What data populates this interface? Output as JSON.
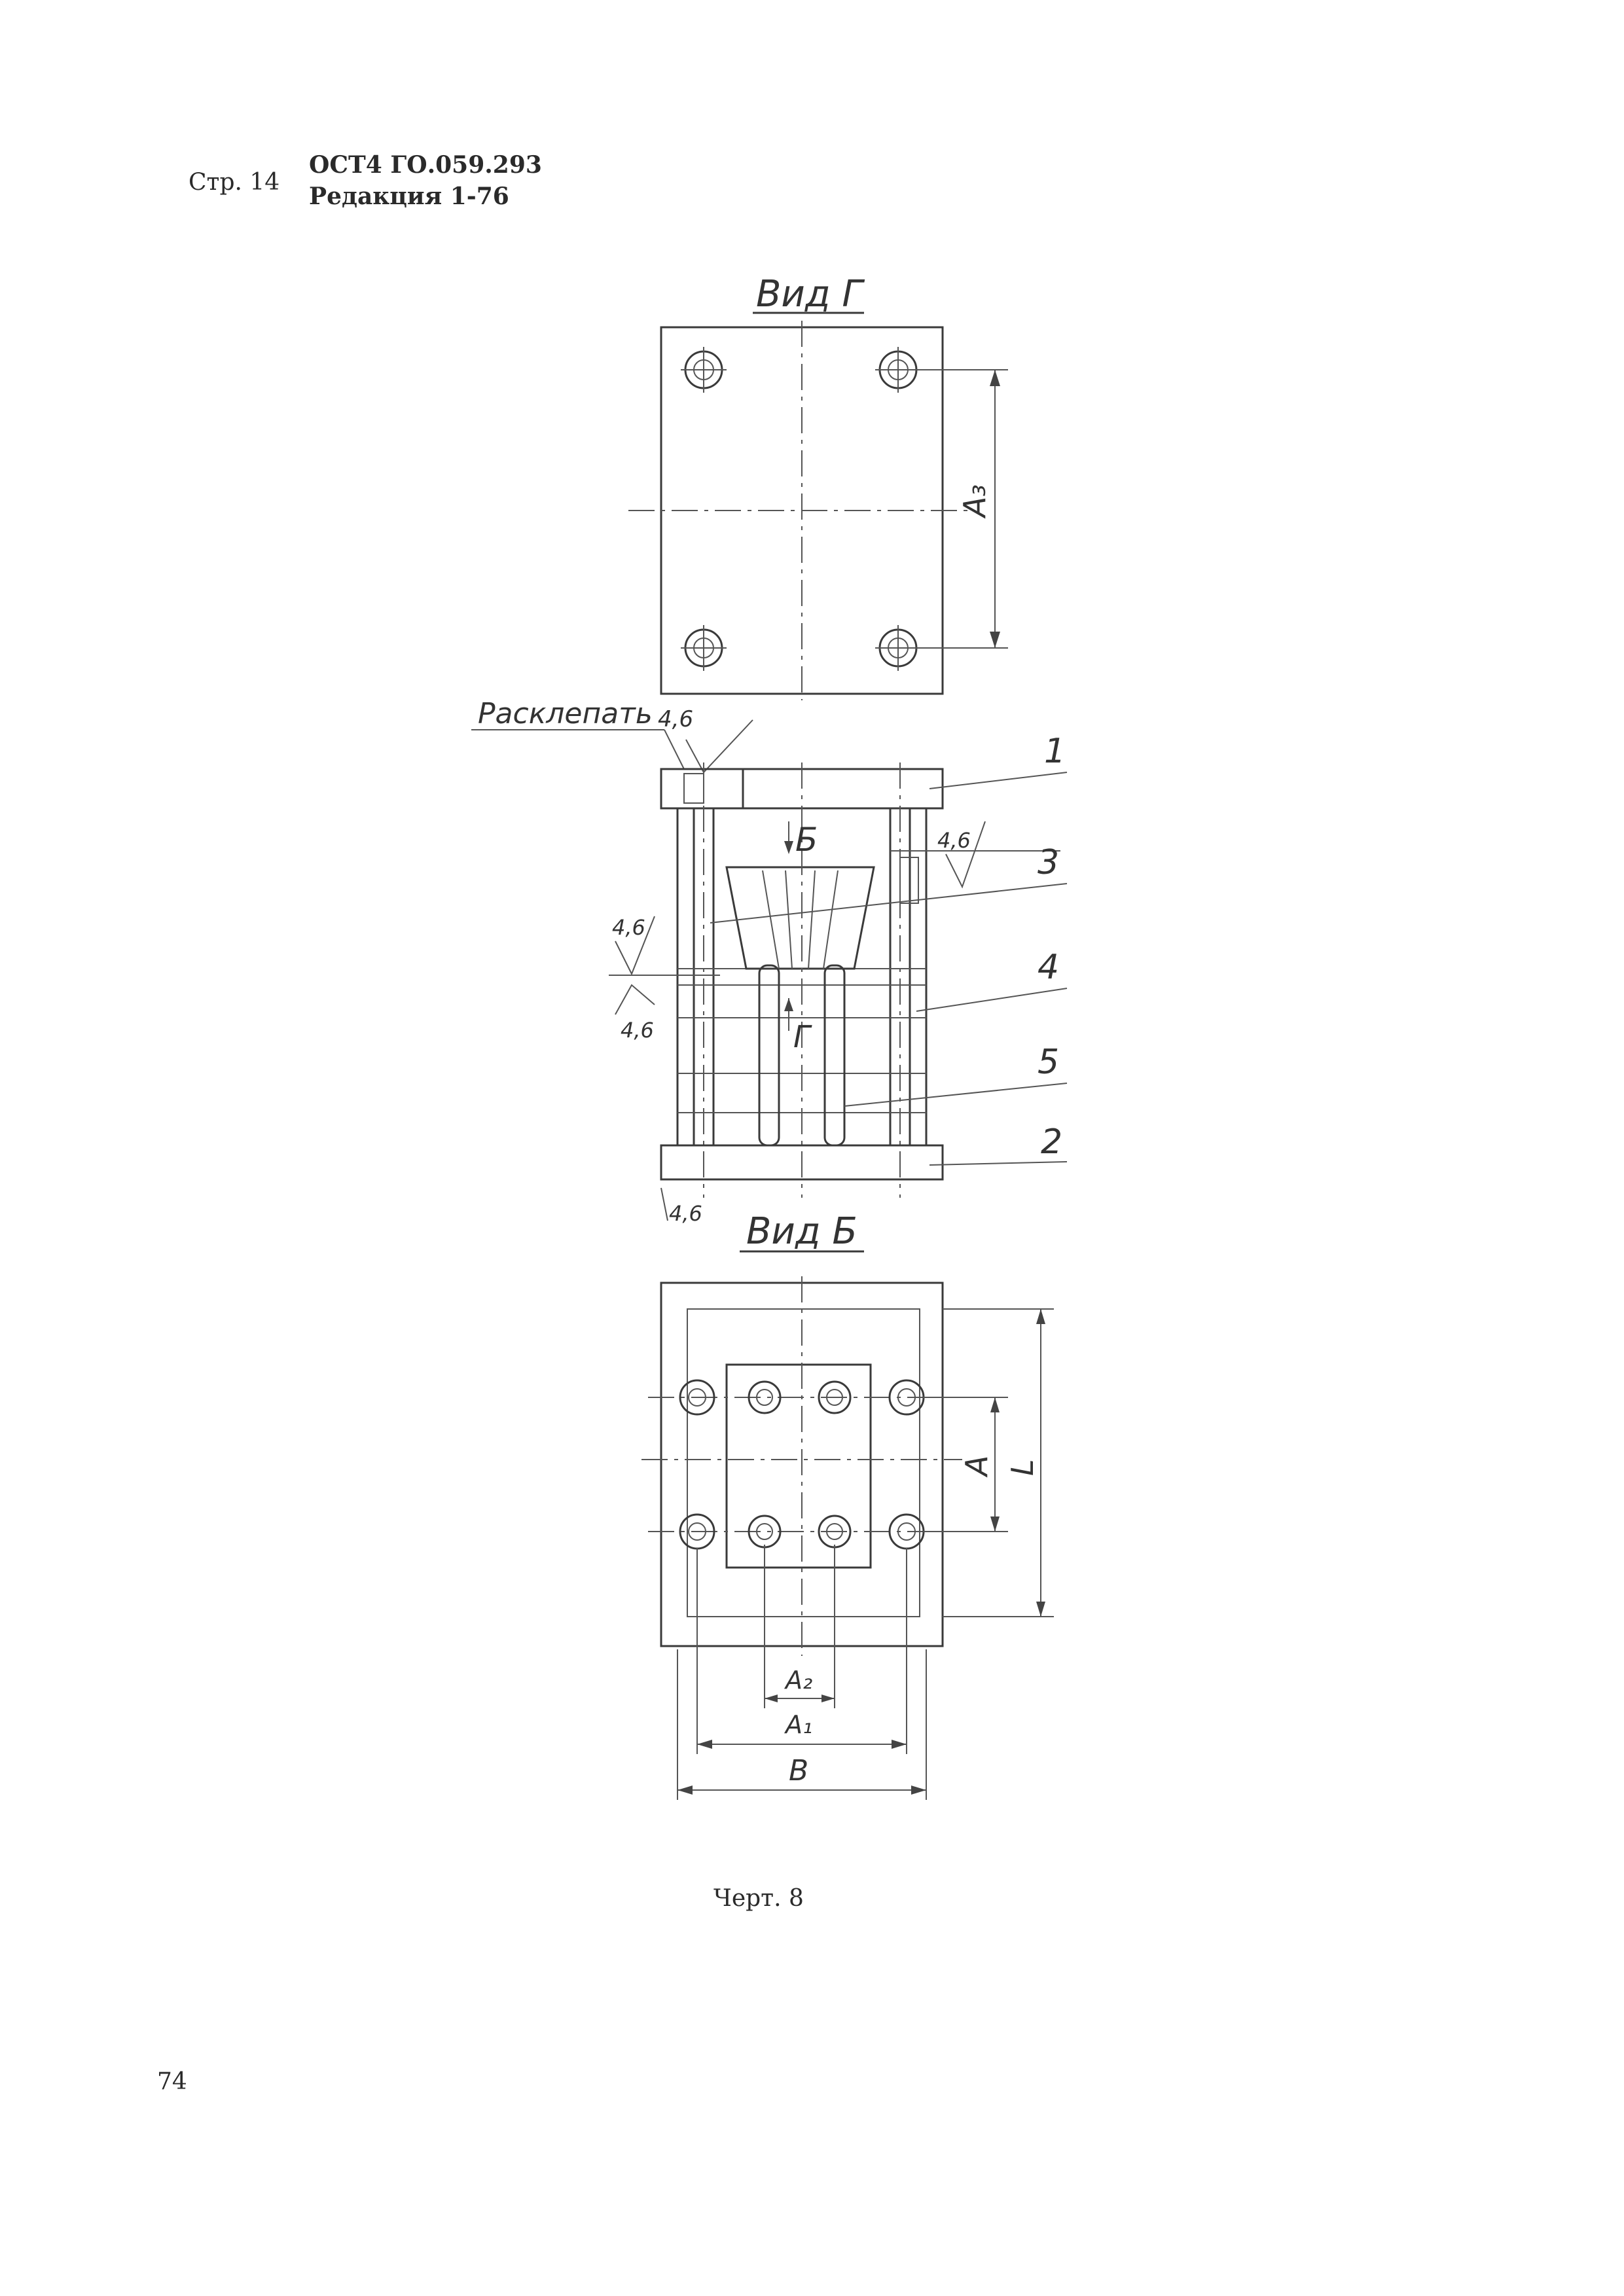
{
  "header": {
    "page_label": "Стр. 14",
    "standard": "ОСТ4 ГО.059.293",
    "revision": "Редакция 1-76"
  },
  "drawing": {
    "view_g_title": "Вид Г",
    "view_b_title": "Вид Б",
    "note_rivet": "Расклепать",
    "roughness": "4,6",
    "section_marks": {
      "b": "Б",
      "g": "Г"
    },
    "parts": [
      "1",
      "2",
      "3",
      "4",
      "5"
    ],
    "dimensions": {
      "a3": "А₃",
      "a": "А",
      "l": "L",
      "a2": "А₂",
      "a1": "А₁",
      "b": "В"
    }
  },
  "caption": "Черт. 8",
  "page_number": "74"
}
